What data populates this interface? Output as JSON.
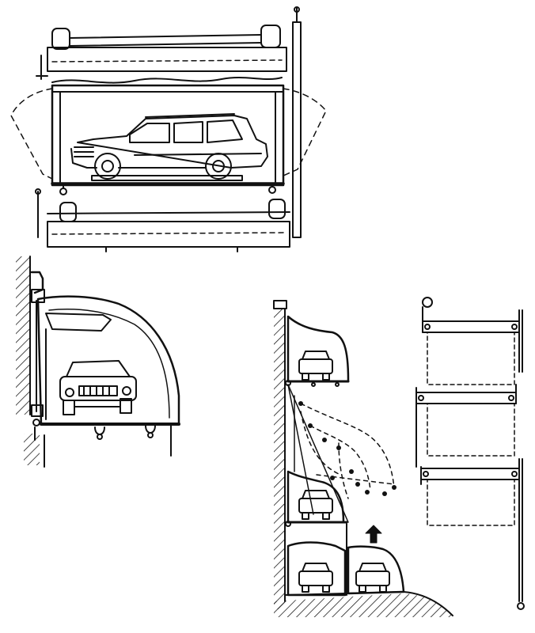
{
  "figure": {
    "description_visible_text": "",
    "ink_color": "#111111",
    "paper_color": "#ffffff",
    "panels": [
      {
        "id": "garage-box-top-view"
      },
      {
        "id": "wall-mounted-car-capsule"
      },
      {
        "id": "stacked-parking-lift-section"
      },
      {
        "id": "stacked-frame-schematic"
      }
    ]
  },
  "icons": {
    "direction_arrow": "up-arrow-icon"
  }
}
